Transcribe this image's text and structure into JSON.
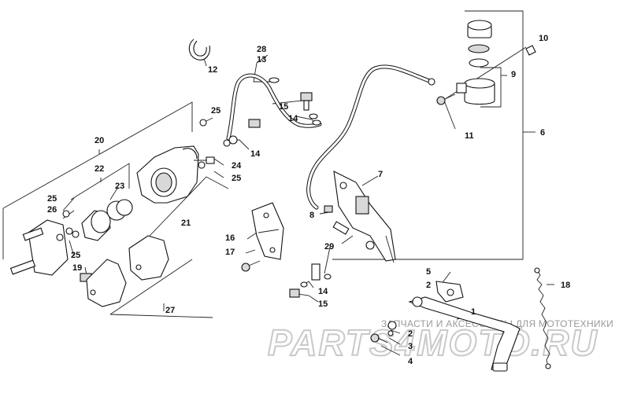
{
  "labels": {
    "p1": "1",
    "p2a": "2",
    "p2b": "2",
    "p3": "3",
    "p4": "4",
    "p5": "5",
    "p6": "6",
    "p7": "7",
    "p8": "8",
    "p9": "9",
    "p10": "10",
    "p11": "11",
    "p12": "12",
    "p13": "13",
    "p14a": "14",
    "p14b": "14",
    "p14c": "14",
    "p15a": "15",
    "p15b": "15",
    "p16": "16",
    "p17": "17",
    "p18": "18",
    "p19": "19",
    "p20": "20",
    "p21": "21",
    "p22": "22",
    "p23": "23",
    "p24": "24",
    "p25a": "25",
    "p25b": "25",
    "p25c": "25",
    "p25d": "25",
    "p26": "26",
    "p27": "27",
    "p28": "28",
    "p29": "29"
  },
  "watermark": {
    "tagline": "ЗАПЧАСТИ И АКСЕССУАРЫ ДЛЯ МОТОТЕХНИКИ",
    "logo": "PARTS4MOTO.RU"
  }
}
